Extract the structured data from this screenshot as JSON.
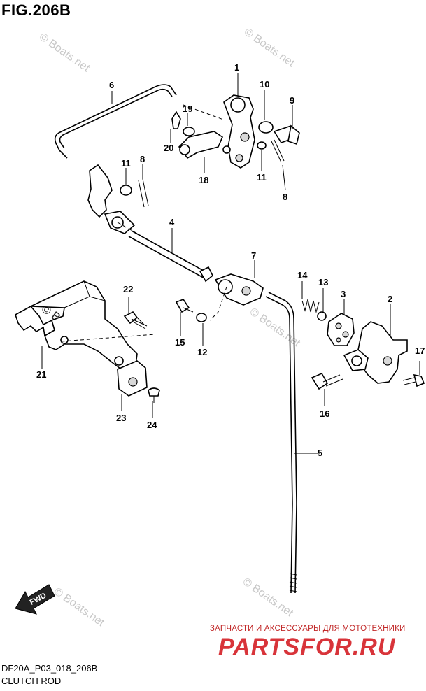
{
  "figure": {
    "title": "FIG.206B",
    "code": "DF20A_P03_018_206B",
    "caption": "CLUTCH ROD"
  },
  "callouts": {
    "c1": "1",
    "c2": "2",
    "c3": "3",
    "c4": "4",
    "c5": "5",
    "c6": "6",
    "c7": "7",
    "c8a": "8",
    "c8b": "8",
    "c9": "9",
    "c10": "10",
    "c11a": "11",
    "c11b": "11",
    "c12": "12",
    "c13": "13",
    "c14": "14",
    "c15": "15",
    "c16": "16",
    "c17": "17",
    "c18": "18",
    "c19": "19",
    "c20": "20",
    "c21": "21",
    "c22": "22",
    "c23": "23",
    "c24": "24"
  },
  "fwd_label": "FWD",
  "watermarks": {
    "boats_light": "© Boats.net",
    "boats_dark": "© Boats.net"
  },
  "footer": {
    "ru_text": "ЗАПЧАСТИ И АКСЕССУАРЫ ДЛЯ МОТОТЕХНИКИ",
    "logo": "PARTSFOR.RU"
  }
}
